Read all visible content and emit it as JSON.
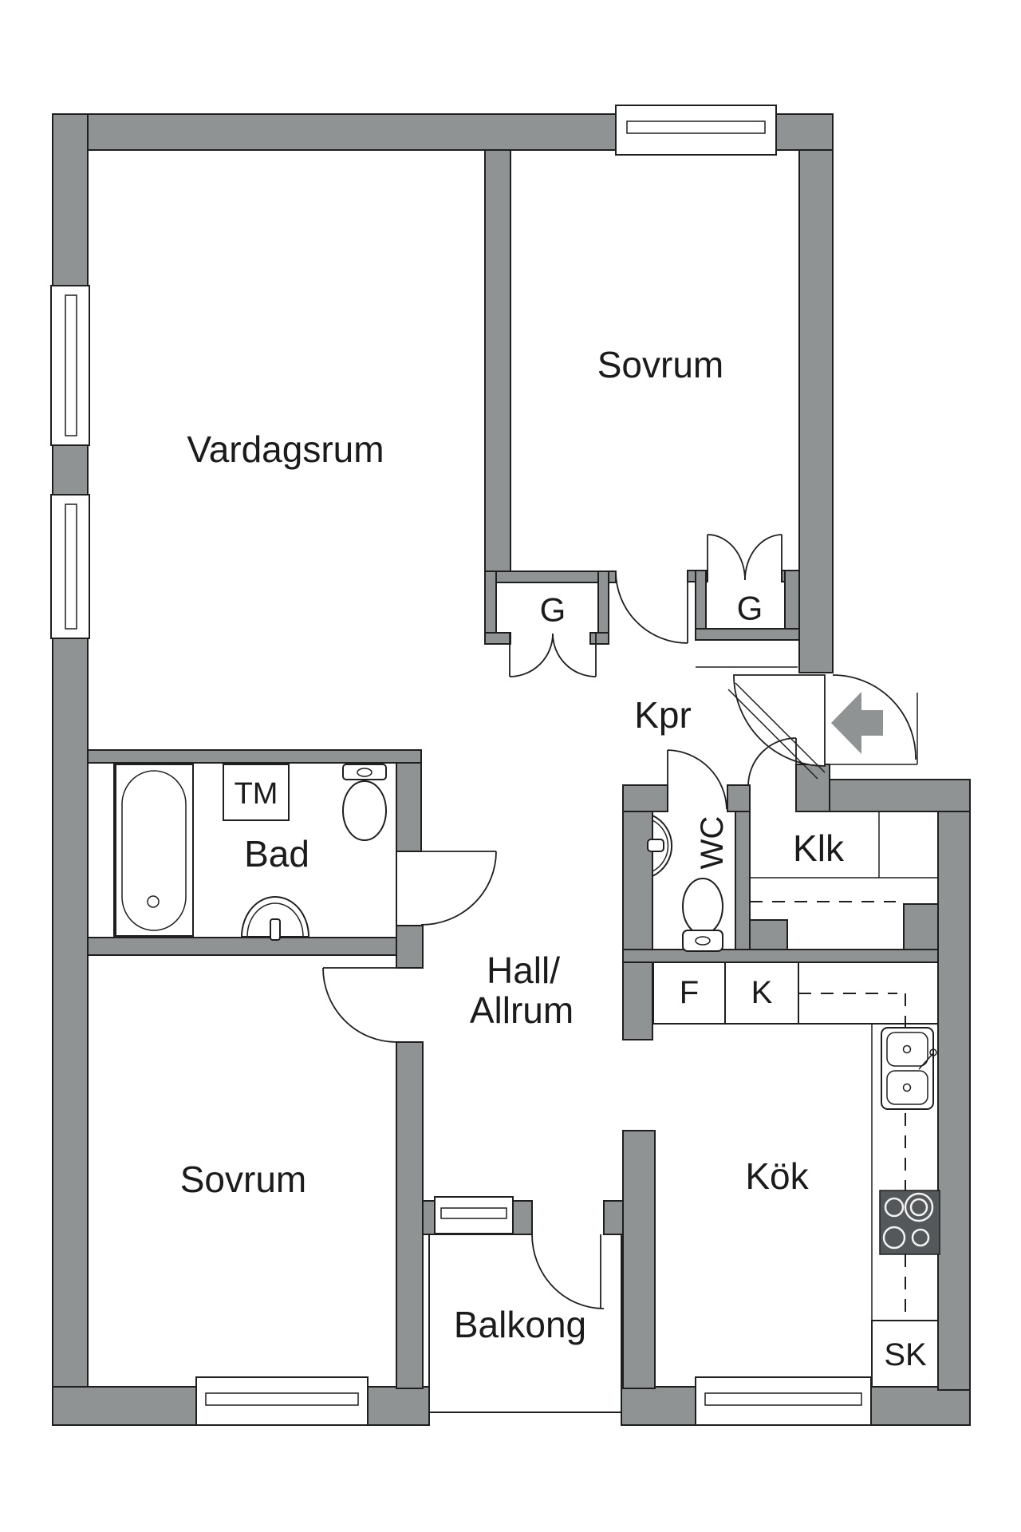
{
  "plan": {
    "type": "apartment-floor-plan",
    "language": "Swedish"
  },
  "colors": {
    "wall": "#8f9394",
    "outline": "#1f1f1f",
    "text": "#1b1b1b",
    "stove": "#54585a",
    "background": "#ffffff"
  },
  "labels": {
    "living": "Vardagsrum",
    "bedroom1": "Sovrum",
    "bedroom2": "Sovrum",
    "kitchen": "Kök",
    "bath": "Bad",
    "wc": "WC",
    "hall_line1": "Hall/",
    "hall_line2": "Allrum",
    "corridor": "Kpr",
    "closet_left": "G",
    "closet_right": "G",
    "walkin_closet": "Klk",
    "balcony": "Balkong",
    "washing_machine": "TM",
    "fridge": "F",
    "freezer": "K",
    "cleaning_closet": "SK"
  },
  "icons": {
    "entry_arrow": "left-pointing entry arrow",
    "bathtub": "bathtub",
    "toilet": "toilet",
    "sink": "washbasin",
    "kitchen_sink": "double-basin kitchen sink",
    "stove": "4-burner stove"
  }
}
